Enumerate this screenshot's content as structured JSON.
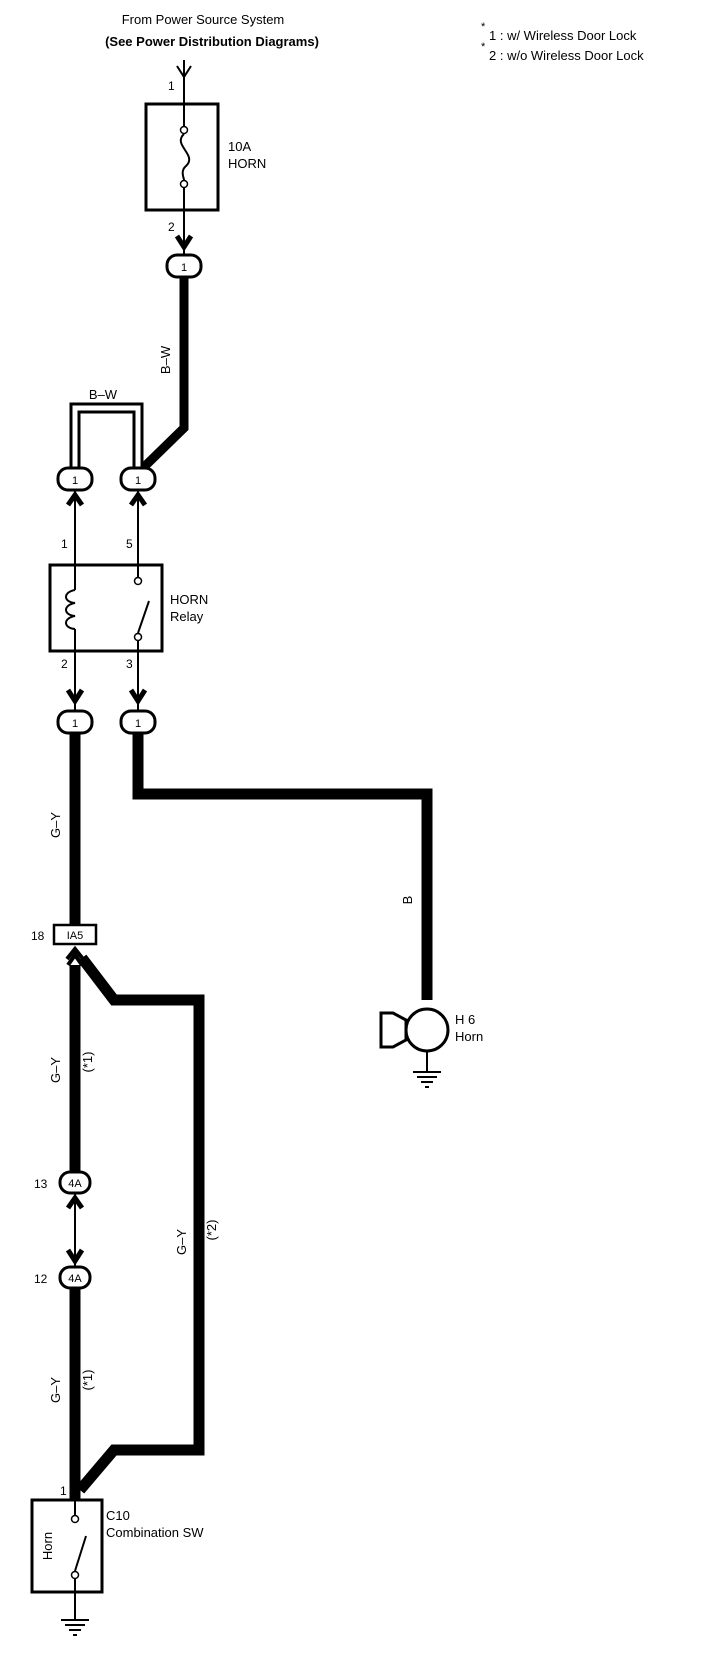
{
  "header": {
    "source_line1": "From Power Source System",
    "source_line2": "(See Power Distribution Diagrams)"
  },
  "notes": [
    {
      "mark": "*",
      "text": "1 : w/ Wireless Door Lock"
    },
    {
      "mark": "*",
      "text": "2 : w/o Wireless Door Lock"
    }
  ],
  "fuse": {
    "rating": "10A",
    "name": "HORN",
    "pin_in": "1",
    "pin_out": "2"
  },
  "relay": {
    "name1": "HORN",
    "name2": "Relay",
    "pins": {
      "coil_top": "1",
      "coil_bottom": "2",
      "sw_top": "5",
      "sw_bottom": "3"
    }
  },
  "connector_label": "1",
  "junction": {
    "id": "IA5",
    "pin": "18"
  },
  "connector_4a": {
    "id": "4A",
    "pin_top": "13",
    "pin_bottom": "12"
  },
  "horn": {
    "id": "H 6",
    "name": "Horn"
  },
  "switch": {
    "id": "C10",
    "name": "Combination SW",
    "internal": "Horn",
    "pin": "1"
  },
  "wires": {
    "bw_vertical": "B–W",
    "bw_top": "B–W",
    "gy_1": "G–Y",
    "b": "B",
    "gy_2": "G–Y",
    "gy_2_note": "(*1)",
    "gy_3": "G–Y",
    "gy_3_note": "(*2)",
    "gy_4": "G–Y",
    "gy_4_note": "(*1)"
  },
  "colors": {
    "line": "#000000",
    "background": "#ffffff"
  }
}
